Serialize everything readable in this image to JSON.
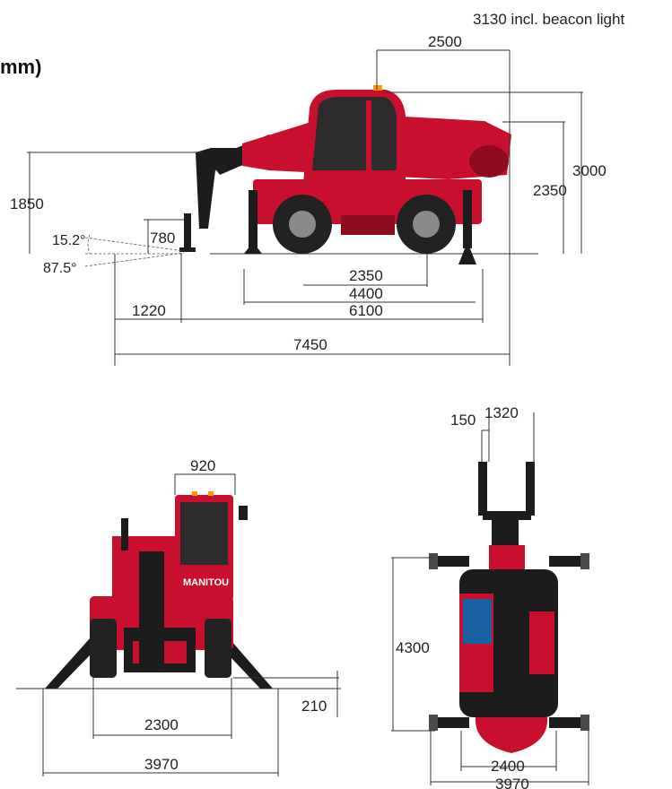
{
  "header": {
    "unit_label": "mm)",
    "beacon_note": "3130 incl. beacon light"
  },
  "side_view": {
    "dims": {
      "top_2500": "2500",
      "height_3000": "3000",
      "height_2350": "2350",
      "height_1850": "1850",
      "angle_top": "15.2°",
      "angle_bottom": "87.5°",
      "fork_780": "780",
      "wheelbase_2350": "2350",
      "outriggers_4400": "4400",
      "length_6100": "6100",
      "overhang_1220": "1220",
      "total_7450": "7450"
    }
  },
  "front_view": {
    "dims": {
      "cab_920": "920",
      "track_2300": "2300",
      "ground_210": "210",
      "width_3970": "3970"
    },
    "brand_label": "MANITOU"
  },
  "top_view": {
    "dims": {
      "fork_150": "150",
      "fork_1320": "1320",
      "length_4300": "4300",
      "width_2400": "2400",
      "width_3970": "3970"
    }
  },
  "colors": {
    "machine_red": "#c8102e",
    "dark_red": "#8e0c1f",
    "black": "#1c1c1c",
    "line": "#333333"
  }
}
